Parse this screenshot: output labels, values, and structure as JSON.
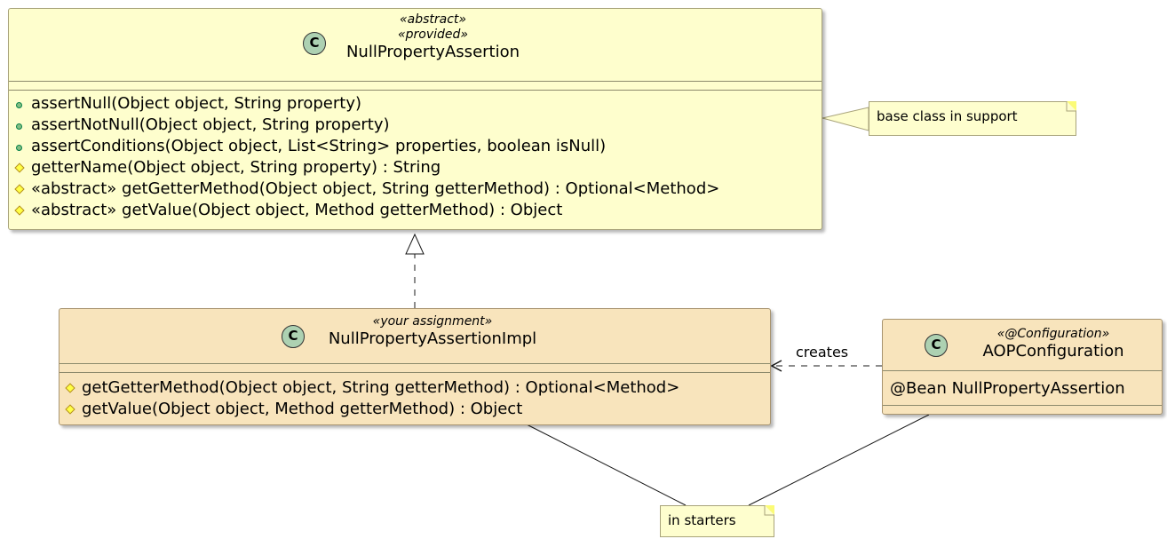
{
  "classes": {
    "null_property_assertion": {
      "badge": "C",
      "stereotype_1": "«abstract»",
      "stereotype_2": "«provided»",
      "name": "NullPropertyAssertion",
      "methods": [
        {
          "visibility": "public",
          "text": "assertNull(Object object, String property)"
        },
        {
          "visibility": "public",
          "text": "assertNotNull(Object object, String property)"
        },
        {
          "visibility": "public",
          "text": "assertConditions(Object object, List<String> properties, boolean isNull)"
        },
        {
          "visibility": "protected",
          "text": "getterName(Object object, String property) : String"
        },
        {
          "visibility": "protected",
          "text": "«abstract» getGetterMethod(Object object, String getterMethod) : Optional<Method>"
        },
        {
          "visibility": "protected",
          "text": "«abstract» getValue(Object object, Method getterMethod) : Object"
        }
      ]
    },
    "null_property_assertion_impl": {
      "badge": "C",
      "stereotype": "«your assignment»",
      "name": "NullPropertyAssertionImpl",
      "methods": [
        {
          "visibility": "protected",
          "text": "getGetterMethod(Object object, String getterMethod) : Optional<Method>"
        },
        {
          "visibility": "protected",
          "text": "getValue(Object object, Method getterMethod) : Object"
        }
      ]
    },
    "aop_configuration": {
      "badge": "C",
      "stereotype": "«@Configuration»",
      "name": "AOPConfiguration",
      "fields": [
        "@Bean NullPropertyAssertion"
      ]
    }
  },
  "notes": {
    "base_class": "base class in support",
    "starters": "in starters"
  },
  "relations": {
    "creates_label": "creates"
  },
  "colors": {
    "abstract_class_bg": "#fefecd",
    "impl_class_bg": "#f8e4bc",
    "note_bg": "#fefece",
    "badge_bg": "#add1b2",
    "public_icon": "#84be84",
    "protected_icon": "#ffff44"
  }
}
